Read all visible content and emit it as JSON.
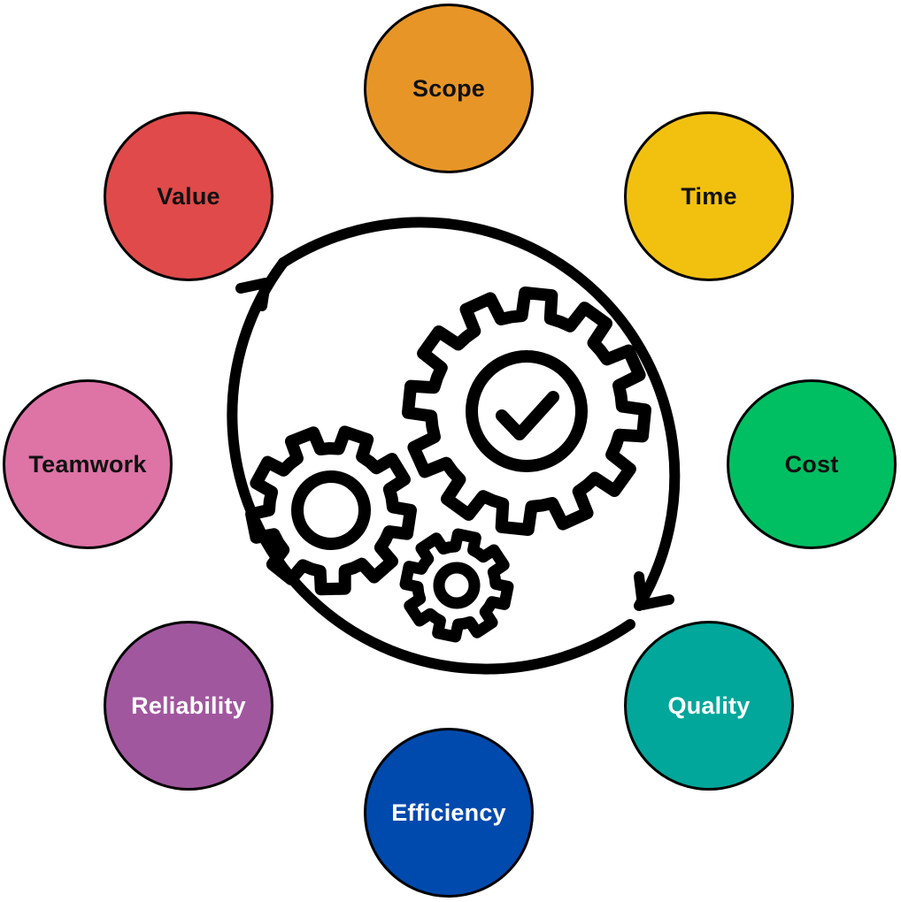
{
  "nodes": [
    {
      "id": "scope",
      "label": "Scope",
      "color": "#E89527",
      "text_color": "#111111"
    },
    {
      "id": "time",
      "label": "Time",
      "color": "#F2C110",
      "text_color": "#111111"
    },
    {
      "id": "cost",
      "label": "Cost",
      "color": "#00BE62",
      "text_color": "#111111"
    },
    {
      "id": "quality",
      "label": "Quality",
      "color": "#00A79A",
      "text_color": "#ffffff"
    },
    {
      "id": "efficiency",
      "label": "Efficiency",
      "color": "#004AAD",
      "text_color": "#ffffff"
    },
    {
      "id": "reliability",
      "label": "Reliability",
      "color": "#A0579E",
      "text_color": "#ffffff"
    },
    {
      "id": "teamwork",
      "label": "Teamwork",
      "color": "#DE73A6",
      "text_color": "#111111"
    },
    {
      "id": "value",
      "label": "Value",
      "color": "#E04A4A",
      "text_color": "#111111"
    }
  ],
  "center": {
    "icon": "gears-with-checkmark-icon",
    "cycle": "circular-arrows-icon"
  }
}
